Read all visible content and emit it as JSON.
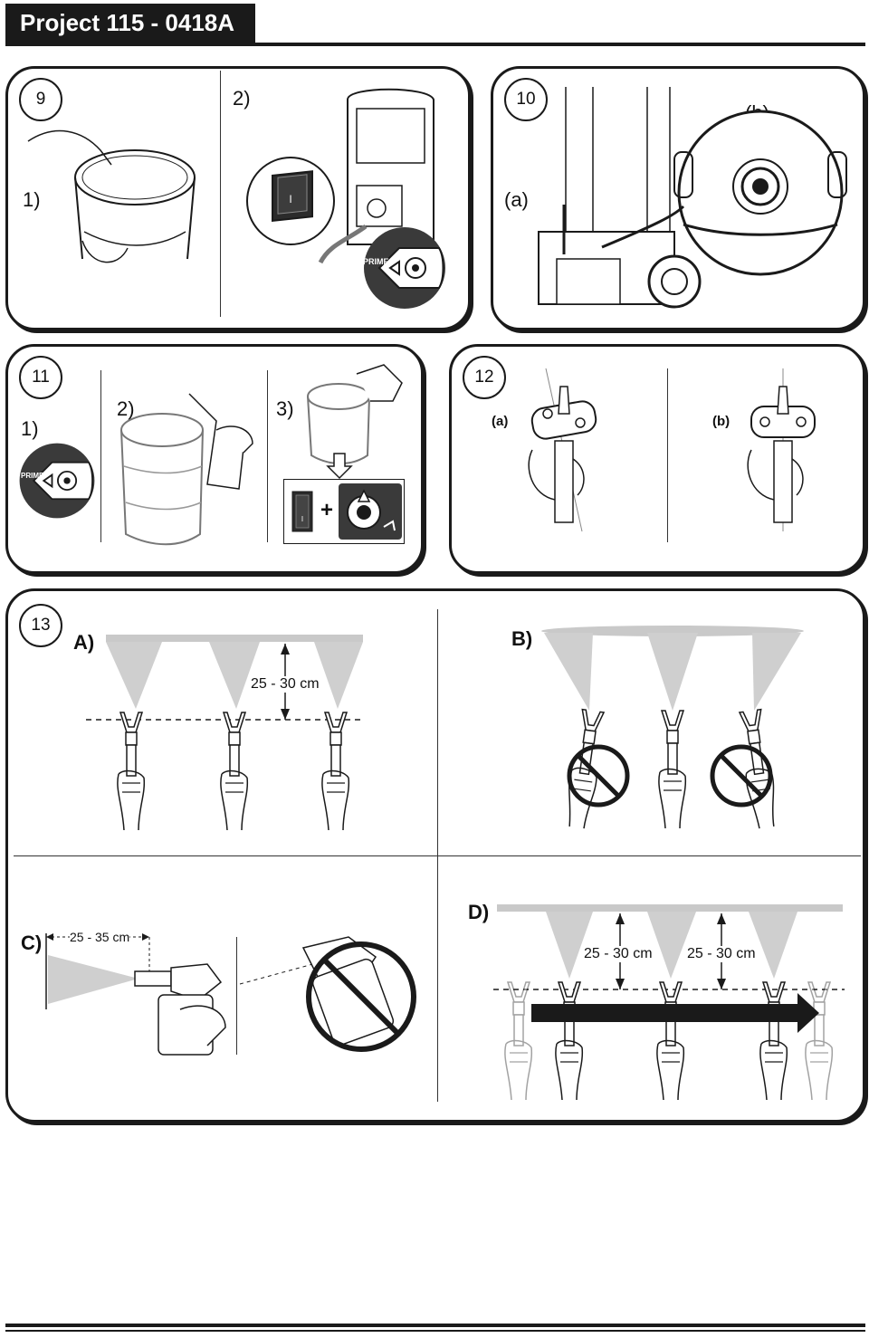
{
  "header": {
    "title": "Project 115 - 0418A"
  },
  "steps": {
    "s9": {
      "number": "9",
      "part1": "1)",
      "part2": "2)",
      "prime_label": "PRIME"
    },
    "s10": {
      "number": "10",
      "label_a": "(a)",
      "label_b": "(b)"
    },
    "s11": {
      "number": "11",
      "part1": "1)",
      "part2": "2)",
      "part3": "3)",
      "prime_label": "PRIME",
      "plus": "+"
    },
    "s12": {
      "number": "12",
      "label_a": "(a)",
      "label_b": "(b)"
    },
    "s13": {
      "number": "13",
      "A": {
        "label": "A)",
        "distance": "25 - 30 cm"
      },
      "B": {
        "label": "B)"
      },
      "C": {
        "label": "C)",
        "distance": "25 - 35 cm"
      },
      "D": {
        "label": "D)",
        "distance_1": "25 - 30 cm",
        "distance_2": "25 - 30 cm"
      }
    }
  },
  "colors": {
    "ink": "#1a1a1a",
    "spray": "#c9c9c9",
    "knob": "#3a3a3a"
  },
  "icons": [
    "bucket",
    "power-switch",
    "prime-knob",
    "spray-gun",
    "filter",
    "prohibited-sign",
    "arrow-right"
  ]
}
